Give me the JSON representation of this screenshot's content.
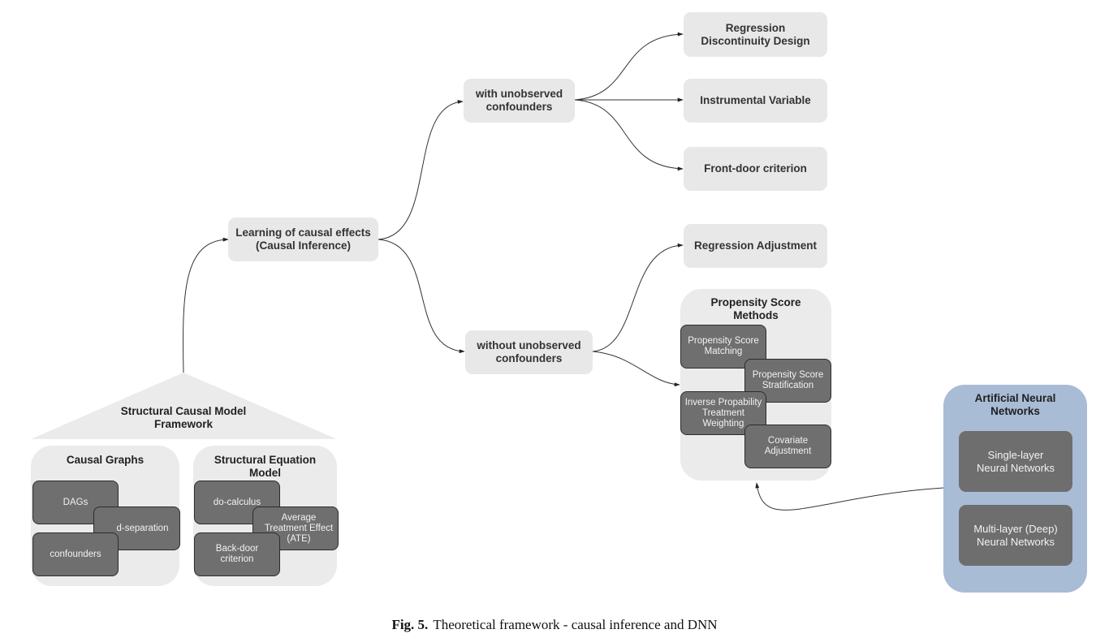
{
  "nodes": {
    "learning": "Learning of causal effects\n(Causal Inference)",
    "with_unobserved": "with unobserved\nconfounders",
    "without_unobserved": "without unobserved\nconfounders",
    "regression_discontinuity": "Regression\nDiscontinuity Design",
    "instrumental_variable": "Instrumental Variable",
    "front_door": "Front-door criterion",
    "regression_adjustment": "Regression Adjustment"
  },
  "propensity": {
    "title": "Propensity Score\nMethods",
    "items": {
      "matching": "Propensity Score\nMatching",
      "stratification": "Propensity Score\nStratification",
      "iptw": "Inverse Propability\nTreatment\nWeighting",
      "covariate": "Covariate\nAdjustment"
    }
  },
  "scm": {
    "title": "Structural Causal Model\nFramework",
    "causal_graphs": {
      "title": "Causal Graphs",
      "items": {
        "dags": "DAGs",
        "dsep": "d-separation",
        "confounders": "confounders"
      }
    },
    "sem": {
      "title": "Structural Equation\nModel",
      "items": {
        "docalc": "do-calculus",
        "ate": "Average\nTreatment Effect\n(ATE)",
        "backdoor": "Back-door\ncriterion"
      }
    }
  },
  "ann": {
    "title": "Artificial Neural\nNetworks",
    "single": "Single-layer\nNeural Networks",
    "multi": "Multi-layer (Deep)\nNeural Networks"
  },
  "caption": {
    "label": "Fig. 5.",
    "text": "Theoretical framework - causal inference and DNN"
  },
  "colors": {
    "light_box": "#e8e8e8",
    "dark_box": "#6f6f6f",
    "ann_panel": "#a9bcd6",
    "arrow": "#333333"
  }
}
